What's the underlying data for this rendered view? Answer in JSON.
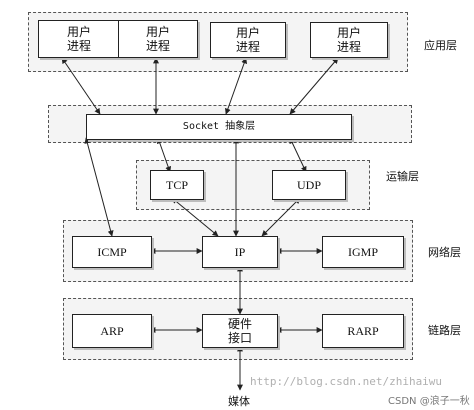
{
  "layers": {
    "application": "应用层",
    "transport": "运输层",
    "network": "网络层",
    "link": "链路层"
  },
  "boxes": {
    "proc1": "用户\n进程",
    "proc2": "用户\n进程",
    "proc3": "用户\n进程",
    "proc4": "用户\n进程",
    "socket": "Socket 抽象层",
    "tcp": "TCP",
    "udp": "UDP",
    "icmp": "ICMP",
    "ip": "IP",
    "igmp": "IGMP",
    "arp": "ARP",
    "hw": "硬件\n接口",
    "rarp": "RARP"
  },
  "media": "媒体",
  "watermark": "http://blog.csdn.net/zhihaiwu",
  "credit": "CSDN @浪子一秋",
  "colors": {
    "line": "#222222",
    "layer_bg": "#f4f4f4",
    "watermark": "#b0b0b0"
  }
}
